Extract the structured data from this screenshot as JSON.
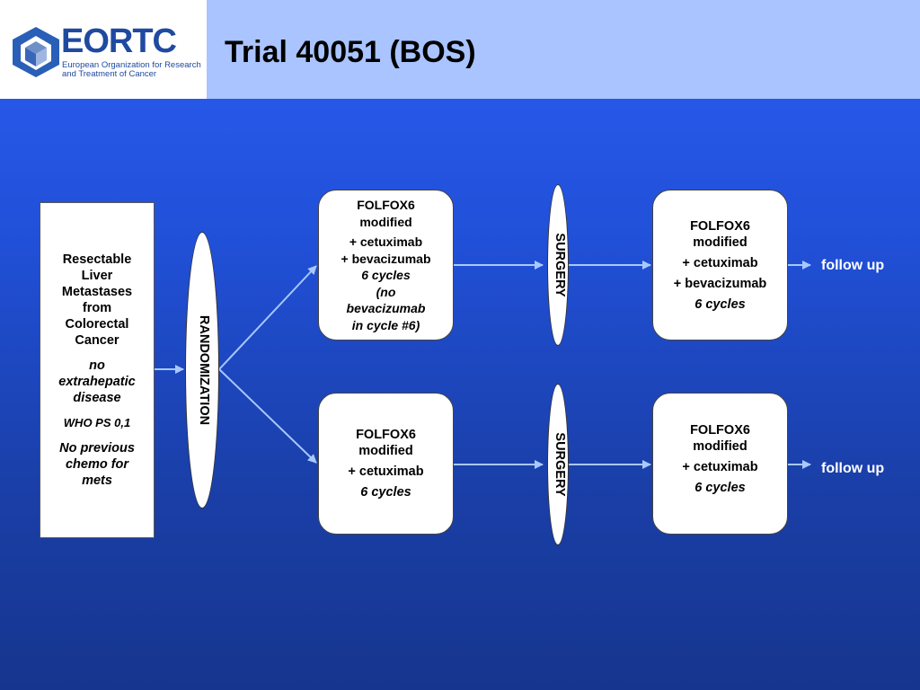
{
  "header": {
    "logo_word": "EORTC",
    "logo_tagline_1": "European Organization for Research",
    "logo_tagline_2": "and Treatment of Cancer",
    "title": "Trial 40051 (BOS)"
  },
  "eligibility": {
    "lines": [
      "Resectable",
      "Liver",
      "Metastases",
      "from",
      "Colorectal",
      "Cancer"
    ],
    "criteria_1": [
      "no",
      "extrahepatic",
      "disease"
    ],
    "criteria_2": "WHO PS 0,1",
    "criteria_3": [
      "No previous",
      "chemo for",
      "mets"
    ]
  },
  "randomization_label": "RANDOMIZATION",
  "arm_a": {
    "pre_op": {
      "regimen": [
        "FOLFOX6",
        "modified"
      ],
      "drug_1": "+ cetuximab",
      "drug_2": "+ bevacizumab",
      "cycles": "6 cycles",
      "note": [
        "(no",
        "bevacizumab",
        "in cycle #6)"
      ]
    },
    "surgery_label": "SURGERY",
    "post_op": {
      "regimen": [
        "FOLFOX6",
        "modified"
      ],
      "drug_1": "+ cetuximab",
      "drug_2": "+ bevacizumab",
      "cycles": "6 cycles"
    },
    "follow_up": "follow up"
  },
  "arm_b": {
    "pre_op": {
      "regimen": [
        "FOLFOX6",
        "modified"
      ],
      "drug_1": "+ cetuximab",
      "cycles": "6 cycles"
    },
    "surgery_label": "SURGERY",
    "post_op": {
      "regimen": [
        "FOLFOX6",
        "modified"
      ],
      "drug_1": "+ cetuximab",
      "cycles": "6 cycles"
    },
    "follow_up": "follow up"
  },
  "colors": {
    "arrow": "#a8c8ff",
    "header_bg": "#a9c4ff",
    "logo_blue": "#1f4aa0"
  }
}
